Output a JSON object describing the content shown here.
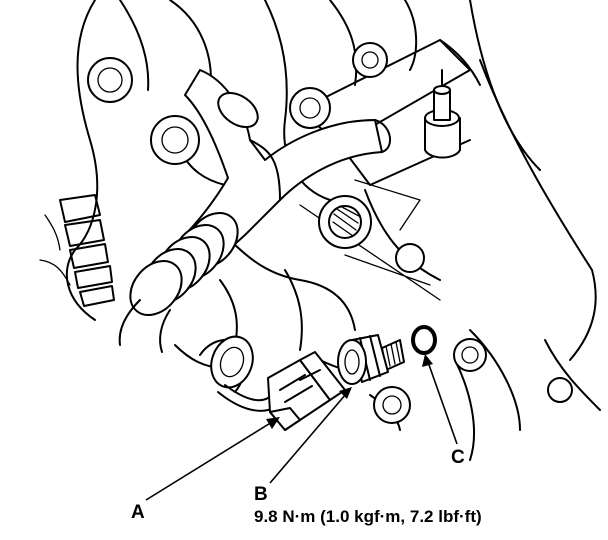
{
  "callouts": {
    "a": {
      "letter": "A"
    },
    "b": {
      "letter": "B",
      "torque_spec": "9.8 N·m (1.0 kgf·m, 7.2 lbf·ft)"
    },
    "c": {
      "letter": "C"
    }
  },
  "colors": {
    "ink": "#000000",
    "paper": "#ffffff"
  }
}
